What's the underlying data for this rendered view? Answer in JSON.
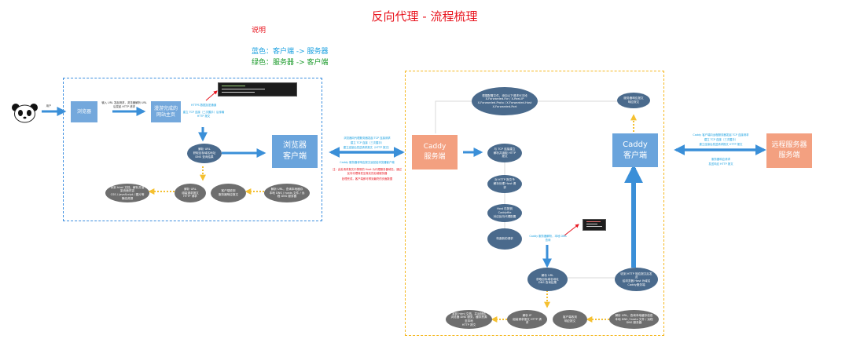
{
  "title": "反向代理 - 流程梳理",
  "legend": {
    "heading": "说明",
    "blue": "蓝色：客户端 -> 服务器",
    "green": "绿色：服务器 -> 客户端"
  },
  "client": {
    "browser": "浏览器",
    "resolve": "漫游完成的\n网站主页",
    "browser_client": "浏览器\n客户端",
    "note_request": "输入 URL 发起请求，浏览器解析 URL 后发起 HTTP 请求",
    "note_https": "HTTPS 数据加密通道",
    "note_https2": "建立 TCP 连接（三次握手）后传输 HTTP 报文",
    "tls_node": "解析 URL\n获取目标域名地址\nDNS 查询结果",
    "g1": "拿到 html 文档，解析并渲染页面内容\nCSS / JavaScript / 图片等静态资源",
    "g2": "解析 URL\n组装请求报文 HTTP 请求",
    "g3": "客户端收到\n服务器响应报文",
    "g4": "解析 URL，查询本地缓存\n本地 DNS / hosts 文件 / 远程 DNS 服务器"
  },
  "middle": {
    "blue1": "浏览器向代理服务器发起 TCP 连接请求",
    "blue2": "建立 TCP 连接（三次握手）",
    "blue3": "建立连接后发送请求报文（HTTP 报文）",
    "orange1": "Caddy 服务器将响应报文返回给浏览器客户端",
    "red1": "注：此处请求报文中携带的 Host 为代理服务器域名，通过反向代理转发至真实的后端服务器",
    "red2": "处理完成，客户端即可得到最终的页面数据"
  },
  "caddy": {
    "server": "Caddy\n服务端",
    "client": "Caddy\n客户端",
    "header_node": "根据配置文件，添加以下请求头字段\nX-Forwarded-For / X-Real-IP\nX-Forwarded-Proto / X-Forwarded-Host\nX-Forwarded-Port",
    "tcp_node": "与 TCP 连接建立\n解析并读取 HTTP 报文",
    "http_node": "对 HTTP 报文予\n解析处理 Host 请求",
    "match_node": "Host 匹配到 Caddyfile\n对应反向代理配置",
    "send_node": "构造新的请求",
    "dns_node": "解析 URL\n获取目标域名地址\nDNS 查询结果",
    "reply_node": "收到 HTTP 响应报文后发送\n给浏览器 Host 为域名\nCaddy服务端",
    "final_node": "服务器响应报文\n响应报文",
    "note_dns": "Caddy 服务器解析，本地 DNS 查询",
    "g1": "拿到 html 文档，并返回给\n浏览器 DNS 服务，缓存资源至本地\nHTTP 报文",
    "g2": "解析 IP\n组装请求报文 HTTP 请求",
    "g3": "客户端收到\n响应报文",
    "g4": "解析 URL，查询本地缓存信息\n本地 DNS / hosts 文件 / 远程 DNS 服务器"
  },
  "right": {
    "remote": "远程服务器\n服务端",
    "blue1": "Caddy 客户端向远程服务器发起 TCP 连接请求",
    "blue2": "建立 TCP 连接（三次握手）",
    "blue3": "建立连接后发送请求报文 HTTP 报文",
    "green1": "服务器响应请求",
    "green2": "发送响应 HTTP 报文"
  }
}
